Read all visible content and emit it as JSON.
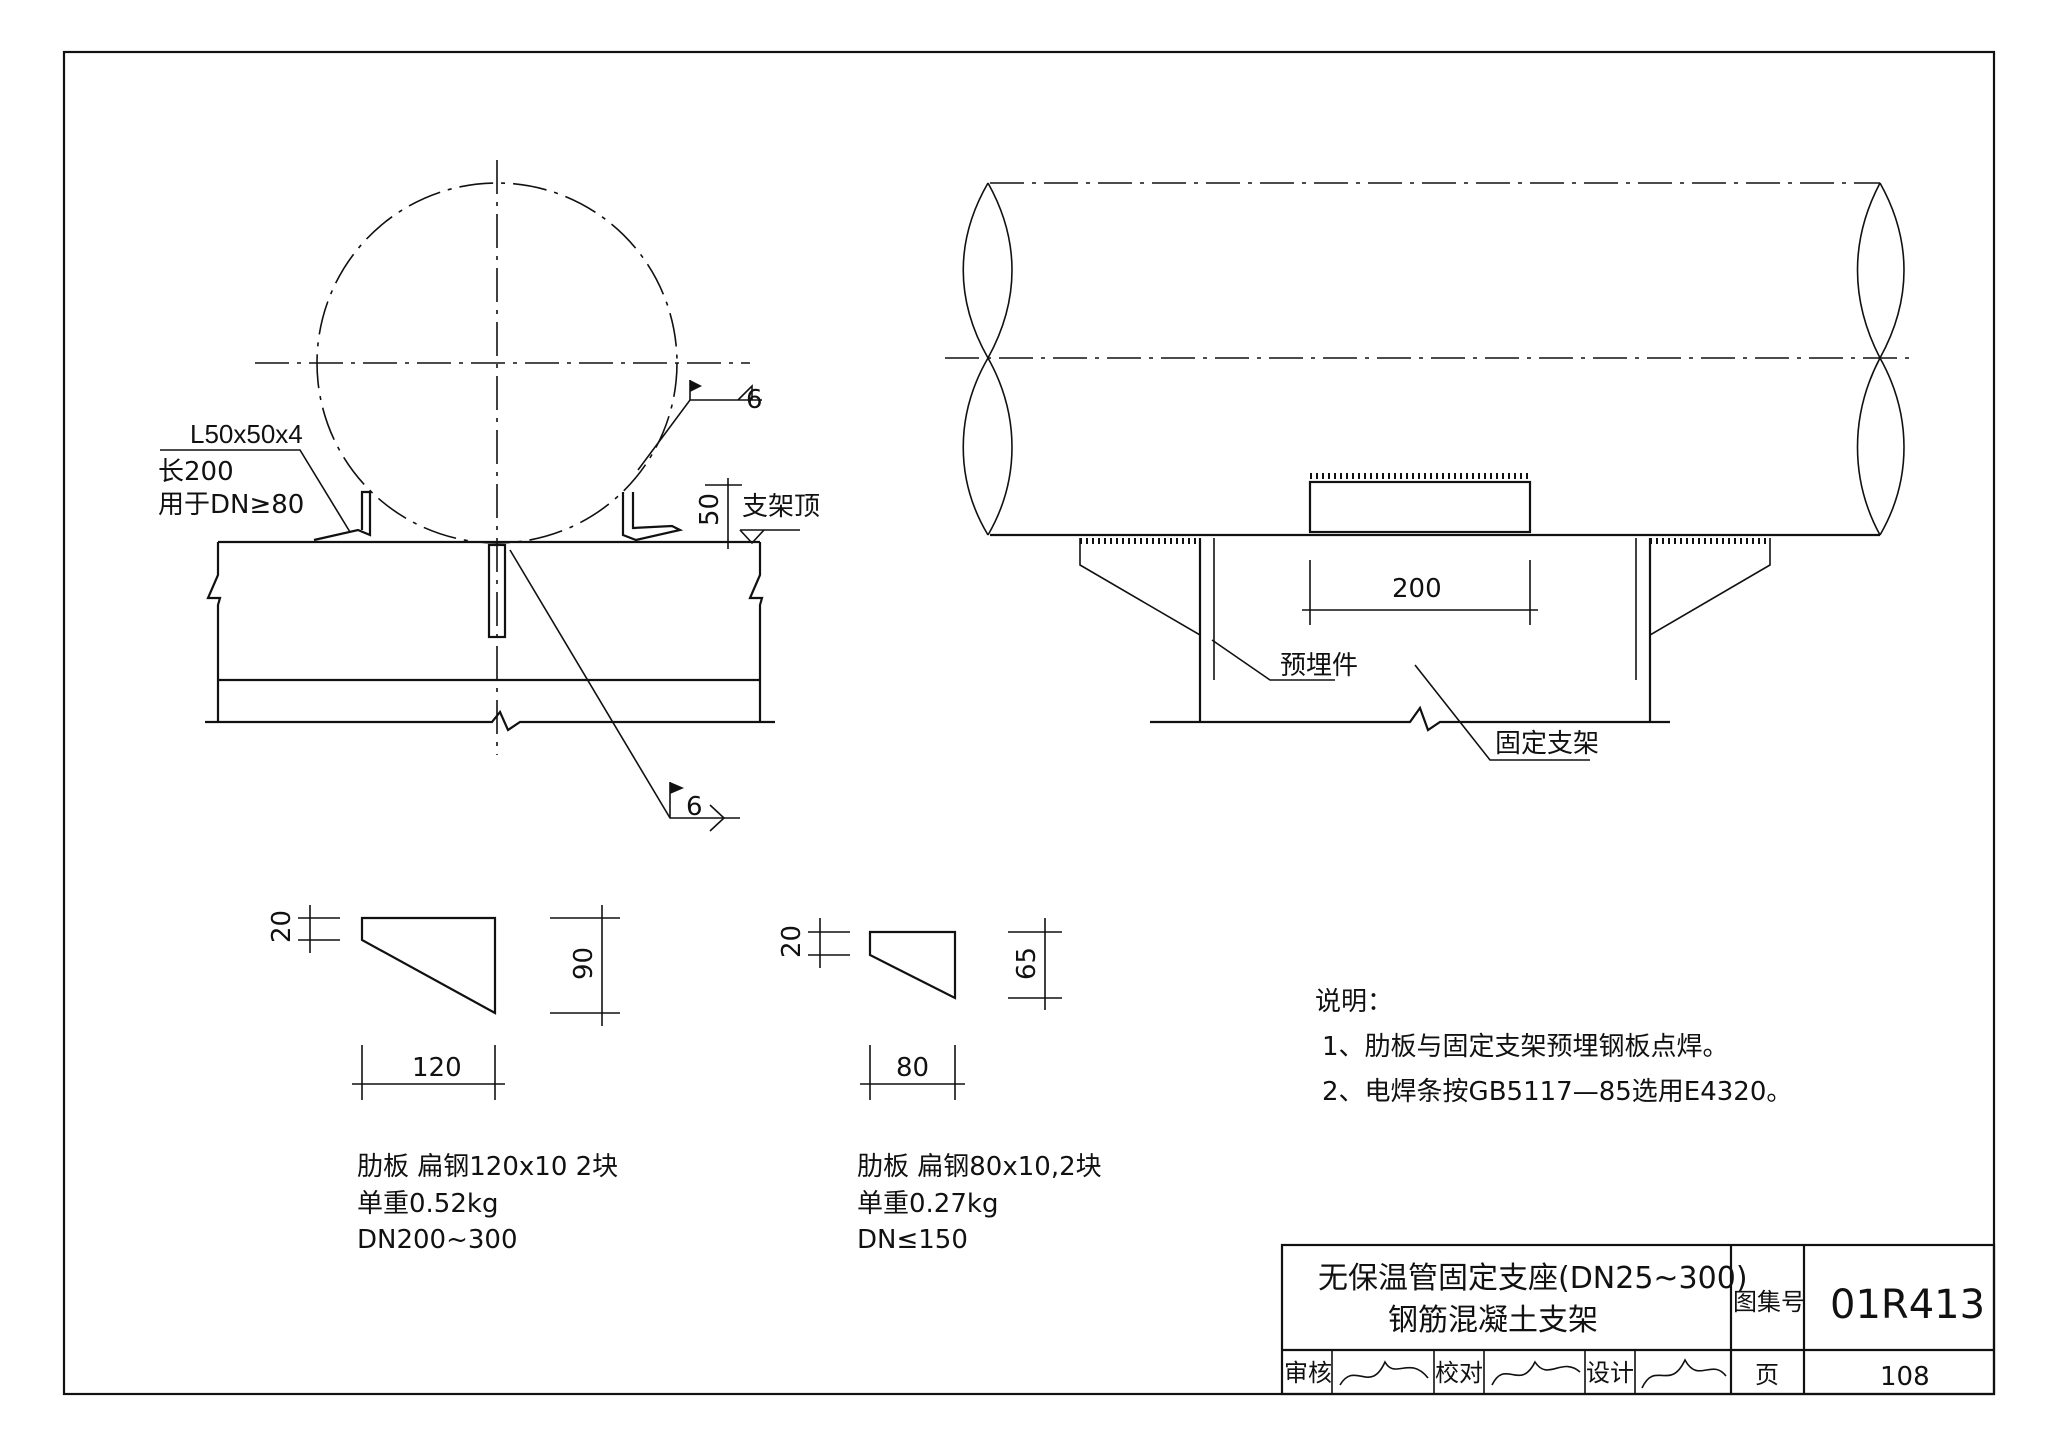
{
  "section_view": {
    "angle_label_1": "L50x50x4",
    "angle_label_2": "长200",
    "angle_label_3": "用于DN≥80",
    "weld_top": "6",
    "weld_bottom": "6",
    "dim_50": "50",
    "support_top_label": "支架顶"
  },
  "elevation_view": {
    "dim_200": "200",
    "embedded_label": "预埋件",
    "support_label": "固定支架"
  },
  "rib_large": {
    "dim_20": "20",
    "dim_90": "90",
    "dim_120": "120",
    "line1": "肋板  扁钢120x10  2块",
    "line2": "单重0.52kg",
    "line3": "DN200~300"
  },
  "rib_small": {
    "dim_20": "20",
    "dim_65": "65",
    "dim_80": "80",
    "line1": "肋板  扁钢80x10,2块",
    "line2": "单重0.27kg",
    "line3": "DN≤150"
  },
  "notes": {
    "heading": "说明：",
    "item1": "1、肋板与固定支架预埋钢板点焊。",
    "item2": "2、电焊条按GB5117—85选用E4320。"
  },
  "title_block": {
    "title_line1": "无保温管固定支座(DN25~300)",
    "title_line2": "钢筋混凝土支架",
    "atlas_label": "图集号",
    "atlas_no": "01R413",
    "review_label": "审核",
    "check_label": "校对",
    "design_label": "设计",
    "page_label": "页",
    "page_no": "108"
  }
}
